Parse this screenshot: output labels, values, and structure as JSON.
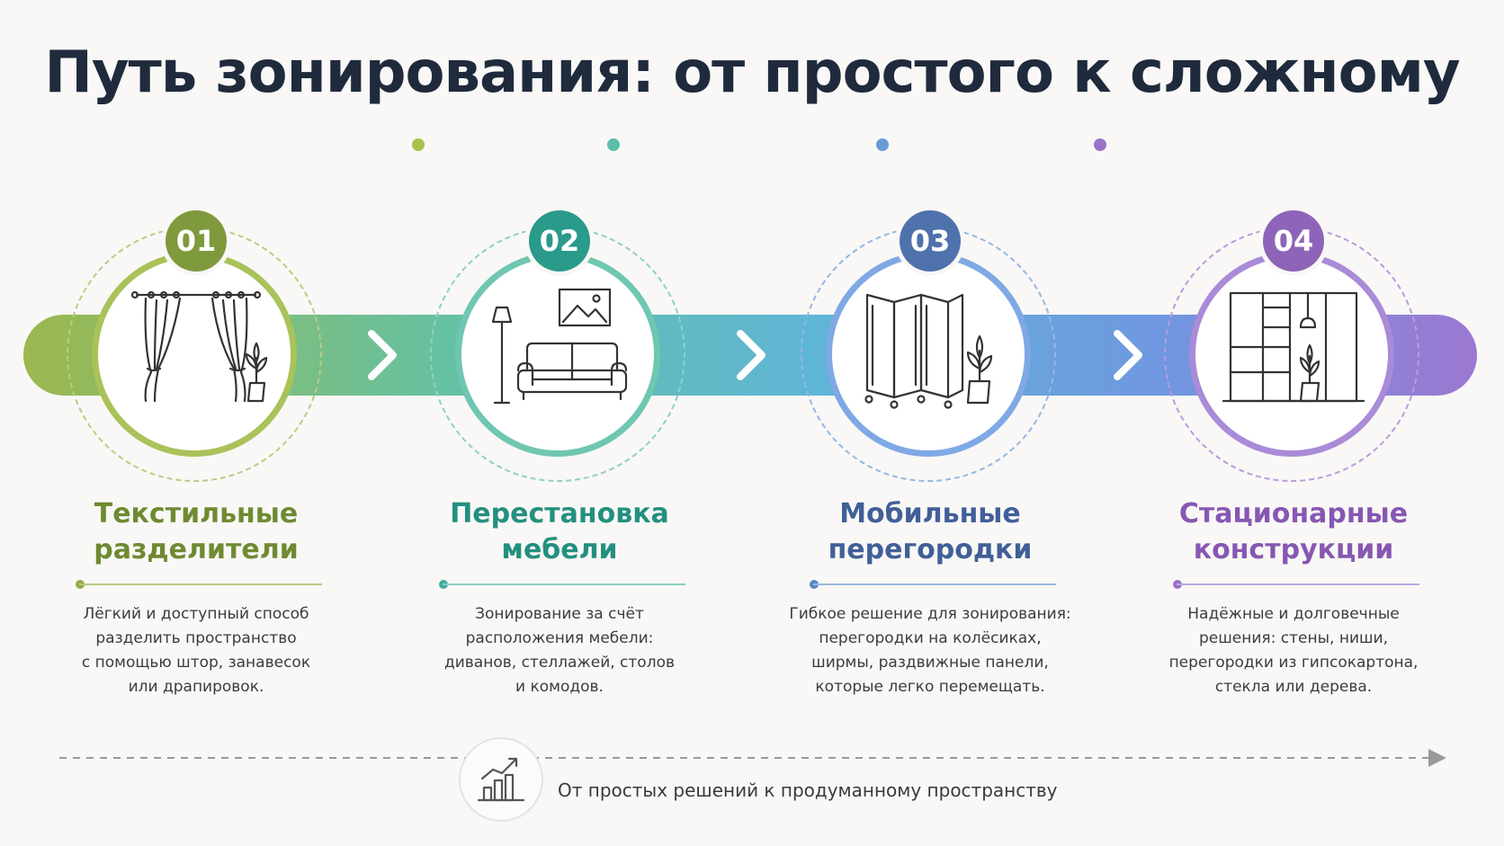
{
  "title": "Путь зонирования: от простого к сложному",
  "colors": {
    "green": "#7f9a3c",
    "teal": "#2a9a8a",
    "blue": "#4f72ad",
    "purple": "#8e64b8"
  },
  "steps": [
    {
      "number": "01",
      "title_line1": "Текстильные",
      "title_line2": "разделители",
      "description": [
        "Лёгкий и доступный способ",
        "разделить пространство",
        "с помощью штор, занавесок",
        "или драпировок."
      ],
      "icon": "curtains-icon"
    },
    {
      "number": "02",
      "title_line1": "Перестановка",
      "title_line2": "мебели",
      "description": [
        "Зонирование за счёт",
        "расположения мебели:",
        "диванов, стеллажей, столов",
        "и комодов."
      ],
      "icon": "sofa-icon"
    },
    {
      "number": "03",
      "title_line1": "Мобильные",
      "title_line2": "перегородки",
      "description": [
        "Гибкое решение для зонирования:",
        "перегородки на колёсиках,",
        "ширмы, раздвижные панели,",
        "которые легко перемещать."
      ],
      "icon": "folding-screen-icon"
    },
    {
      "number": "04",
      "title_line1": "Стационарные",
      "title_line2": "конструкции",
      "description": [
        "Надёжные и долговечные",
        "решения: стены, ниши,",
        "перегородки из гипсокартона,",
        "стекла или дерева."
      ],
      "icon": "shelving-icon"
    }
  ],
  "footer": {
    "text": "От простых решений к продуманному пространству",
    "icon": "growth-chart-icon"
  }
}
